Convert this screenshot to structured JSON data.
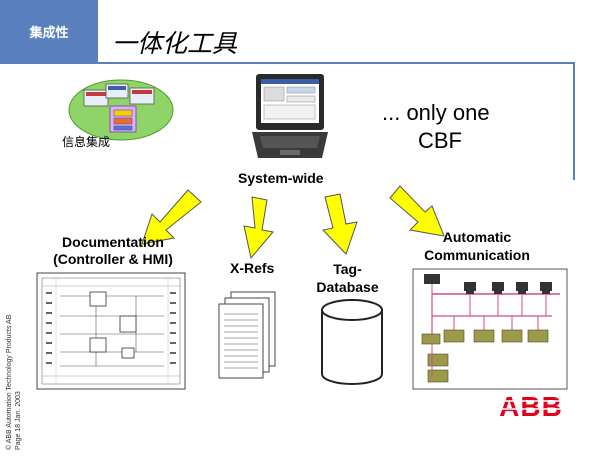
{
  "header": {
    "section_tab": "集成性",
    "title": "一体化工具"
  },
  "callout": {
    "line1": "... only one",
    "line2": "CBF"
  },
  "info_integration_label": "信息集成",
  "system_wide_label": "System-wide",
  "items": {
    "documentation": "Documentation (Controller & HMI)",
    "xrefs": "X-Refs",
    "tag_database": "Tag-Database",
    "automatic_communication": "Automatic Communication"
  },
  "footer": {
    "line1": "© ABB Automation Technology Products AB",
    "line2": "Page 18     Jan. 2003"
  },
  "logo": "ABB",
  "colors": {
    "accent_blue": "#5a7fbf",
    "arrow_yellow": "#ffff00",
    "abb_red": "#e2001a"
  }
}
